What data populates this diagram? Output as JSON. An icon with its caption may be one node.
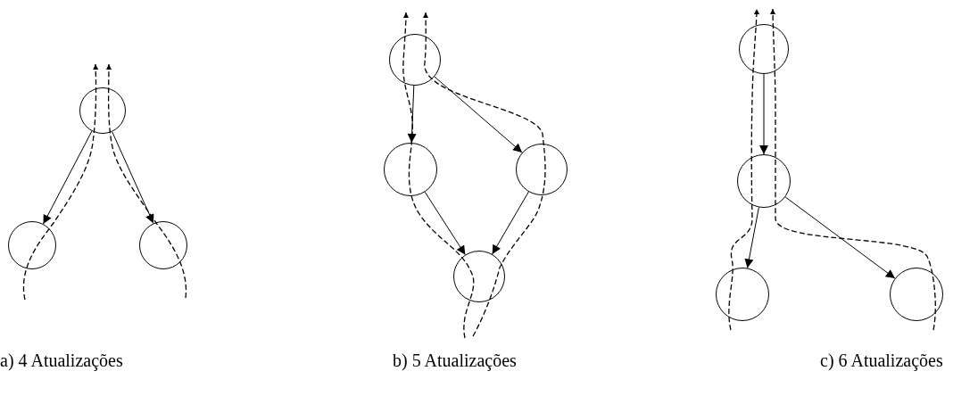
{
  "diagram": {
    "nodes": [
      {
        "text": [],
        "shape": "circle"
      },
      {
        "text": [],
        "shape": "circle"
      },
      {
        "text": [],
        "shape": "circle"
      },
      {
        "text": [],
        "shape": "circle"
      },
      {
        "text": [],
        "shape": "circle"
      },
      {
        "text": [],
        "shape": "circle"
      },
      {
        "text": [],
        "shape": "circle"
      },
      {
        "text": [],
        "shape": "circle"
      },
      {
        "text": [],
        "shape": "circle"
      },
      {
        "text": [],
        "shape": "circle"
      },
      {
        "text": [],
        "shape": "circle"
      }
    ],
    "edges": [
      {
        "from": 0,
        "to": 1,
        "arrow": "to"
      },
      {
        "from": 0,
        "to": 2,
        "arrow": "to"
      },
      {
        "from": 3,
        "to": 4,
        "arrow": "to"
      },
      {
        "from": 3,
        "to": 5,
        "arrow": "to"
      },
      {
        "from": 4,
        "to": 6,
        "arrow": "to"
      },
      {
        "from": 5,
        "to": 6,
        "arrow": "to"
      },
      {
        "from": 7,
        "to": 8,
        "arrow": "to"
      },
      {
        "from": 8,
        "to": 9,
        "arrow": "to"
      },
      {
        "from": 8,
        "to": 10,
        "arrow": "to"
      }
    ],
    "labels": [
      "a) 4 Atualizações",
      "b) 5 Atualizações",
      "c) 6 Atualizações"
    ]
  }
}
